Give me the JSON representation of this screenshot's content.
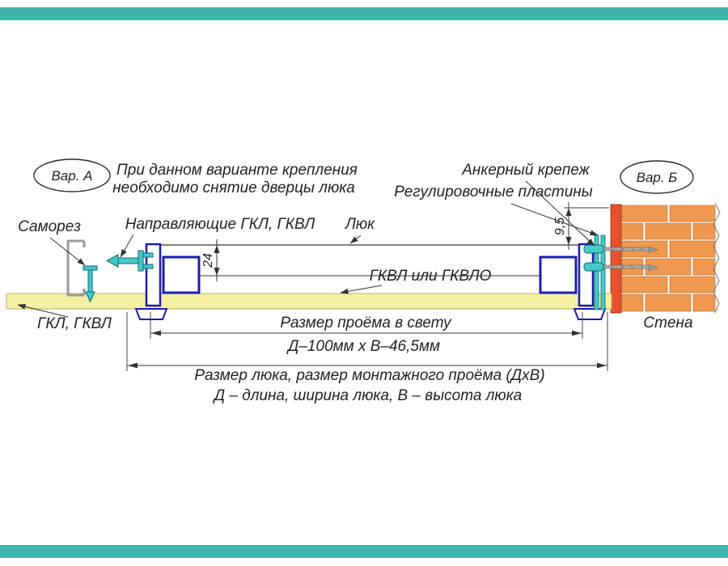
{
  "drawing": {
    "variant_a": "Вар. А",
    "variant_b": "Вар. Б",
    "note": {
      "line1": "При данном варианте крепления",
      "line2": "необходимо снятие дверцы люка"
    },
    "labels": {
      "anchor_fastener": "Анкерный крепеж",
      "adjustment_plates": "Регулировочные пластины",
      "self_tapping_screw": "Саморез",
      "tracks": "Направляющие ГКЛ, ГКВЛ",
      "hatch": "Люк",
      "board_center": "ГКВЛ или ГКВЛО",
      "board_left": "ГКЛ, ГКВЛ",
      "wall": "Стена"
    },
    "dimensions": {
      "gap": "9,5",
      "profile_height": "24",
      "opening_title": "Размер проёма в свету",
      "opening_value": "Д–100мм х В–46,5мм",
      "hatch_title": "Размер люка, размер монтажного проёма (ДхВ)",
      "hatch_note": "Д – длина, ширина люка, В – высота люка"
    }
  },
  "colors": {
    "band_teal": "#3fb3ac",
    "board_yellow": "#f5f0a2",
    "profile_blue": "#1c1cb0",
    "screw_teal": "#45c8c8",
    "brick_orange": "#ef9850",
    "plate_red": "#e8512c",
    "line_dark": "#333333"
  }
}
